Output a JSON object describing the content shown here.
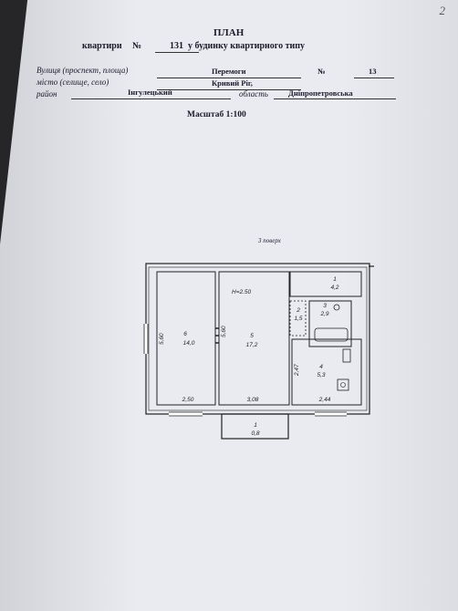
{
  "corner_mark": "2",
  "header": {
    "title": "ПЛАН",
    "line1_label_a": "квартири",
    "line1_no": "№",
    "apartment_no": "131",
    "line1_label_b": "у будинку квартирного типу"
  },
  "fields": {
    "street_label": "Вулиця (проспект, площа)",
    "street_value": "Перемоги",
    "house_no_label": "№",
    "house_no": "13",
    "city_label": "місто (селище, село)",
    "city_value": "Кривий Ріг,",
    "district_label": "район",
    "district_value": "Інгулецький",
    "region_label": "область",
    "region_value": "Дніпропетровська"
  },
  "scale": "Масштаб 1:100",
  "floor": "3 поверх",
  "plan": {
    "height_note": "H=2.50",
    "rooms": [
      {
        "no": "6",
        "area": "14,0"
      },
      {
        "no": "5",
        "area": "17,2"
      },
      {
        "no": "1",
        "area": "4,2"
      },
      {
        "no": "2",
        "area": "1,5"
      },
      {
        "no": "3",
        "area": "2,9"
      },
      {
        "no": "4",
        "area": "5,3"
      },
      {
        "no": "1",
        "area": "0,8"
      }
    ],
    "dims": [
      "5,60",
      "5,60",
      "2,47",
      "2,50",
      "3,08",
      "2,44"
    ]
  }
}
